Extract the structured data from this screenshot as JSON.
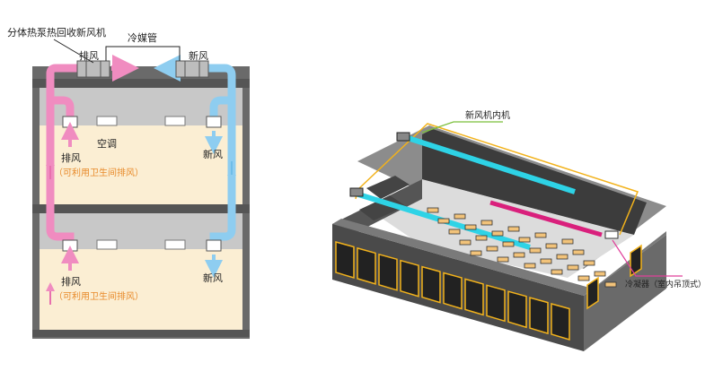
{
  "left_diagram": {
    "unit_label": "分体热泵热回收新风机",
    "pipe_label": "冷媒管",
    "exhaust_top": "排风",
    "fresh_top": "新风",
    "ac_label": "空调",
    "exhaust_floor1": "排风",
    "exhaust_note1": "（可利用卫生间排风）",
    "fresh_floor1": "新风",
    "exhaust_floor2": "排风",
    "exhaust_note2": "（可利用卫生间排风）",
    "fresh_floor2": "新风"
  },
  "right_diagram": {
    "indoor_unit_label": "新风机内机",
    "condenser_label": "冷凝器（室内吊顶式）"
  },
  "colors": {
    "exhaust_duct": "#f08cc0",
    "fresh_duct": "#8ecdf0",
    "floor_fill": "#fbeed3",
    "ceiling_gray": "#c8c8c8",
    "structure_dark": "#555555",
    "note_orange": "#e88a2a",
    "leader_green": "#7bbf3a",
    "leader_magenta": "#e0409a",
    "roof_outline": "#f2b21b",
    "cyan_duct": "#2ed3e6",
    "magenta_duct": "#d9207c"
  }
}
